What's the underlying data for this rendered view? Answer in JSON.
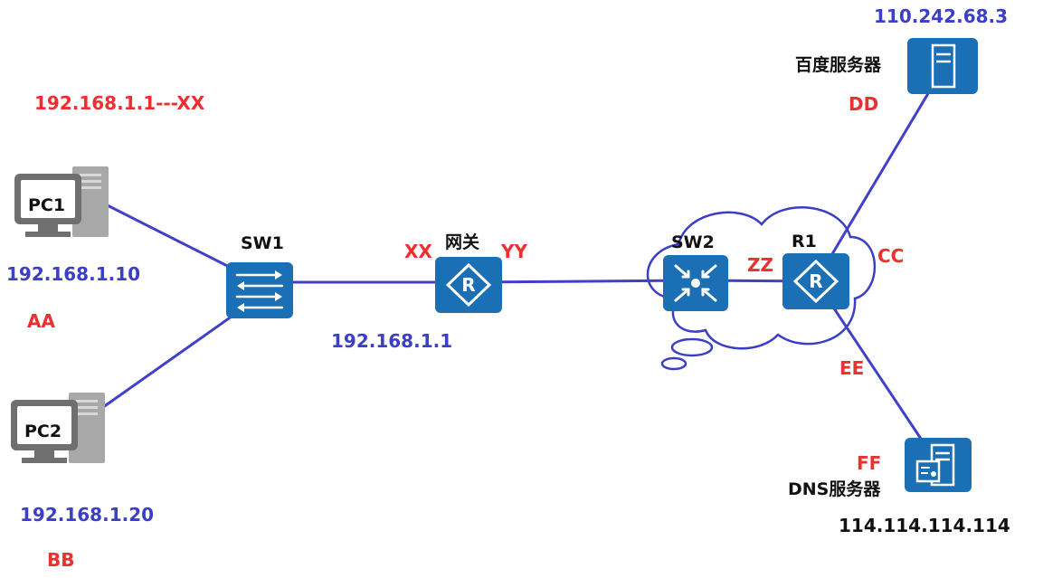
{
  "colors": {
    "line": "#4040c8",
    "device": "#1a6fb5",
    "ip_blue": "#3b3fc6",
    "mac_red": "#ee2f2f",
    "pc_gray": "#7a7a7a"
  },
  "devices": {
    "pc1": {
      "name": "PC1",
      "ip": "192.168.1.10",
      "mac": "AA",
      "icon": "pc-icon"
    },
    "pc2": {
      "name": "PC2",
      "ip": "192.168.1.20",
      "mac": "BB",
      "icon": "pc-icon"
    },
    "sw1": {
      "name": "SW1",
      "icon": "l2-switch-icon"
    },
    "gateway": {
      "name": "网关",
      "ip": "192.168.1.1",
      "mac_left": "XX",
      "mac_right": "YY",
      "icon": "router-icon"
    },
    "sw2": {
      "name": "SW2",
      "mac_right": "ZZ",
      "icon": "l3-switch-icon"
    },
    "r1": {
      "name": "R1",
      "mac_top": "CC",
      "mac_bottom": "EE",
      "icon": "router-icon"
    },
    "baidu": {
      "name": "百度服务器",
      "ip": "110.242.68.3",
      "mac": "DD",
      "icon": "server-icon"
    },
    "dns": {
      "name": "DNS服务器",
      "ip": "114.114.114.114",
      "mac": "FF",
      "icon": "dns-server-icon"
    }
  },
  "annotations": {
    "arp_entry": "192.168.1.1---XX"
  }
}
